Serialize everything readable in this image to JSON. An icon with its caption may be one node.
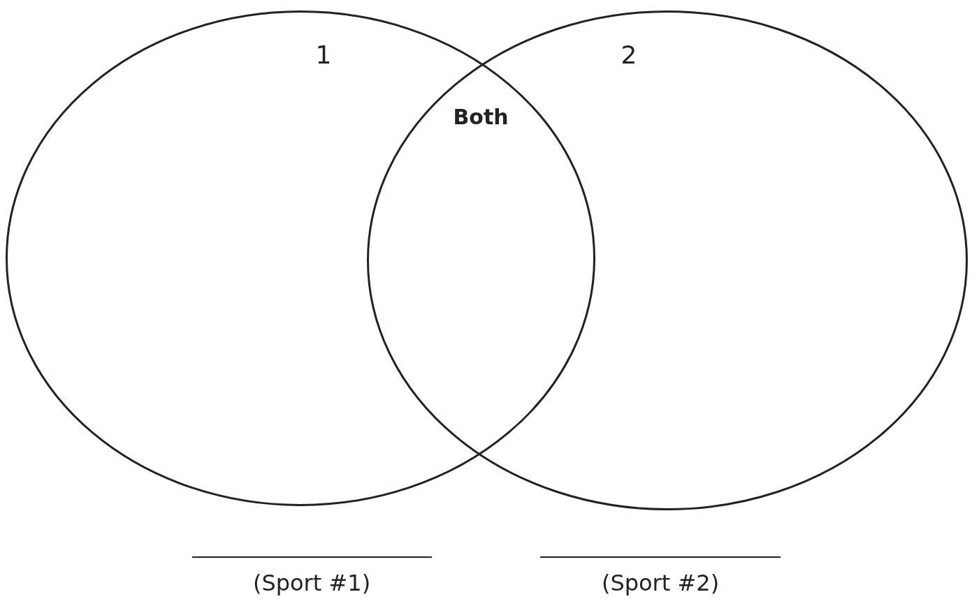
{
  "diagram": {
    "nodes": [
      {
        "text": [
          "1"
        ]
      },
      {
        "text": [
          "2"
        ]
      }
    ],
    "labels": [
      "Both",
      "(Sport #1)",
      "(Sport #2)"
    ]
  }
}
